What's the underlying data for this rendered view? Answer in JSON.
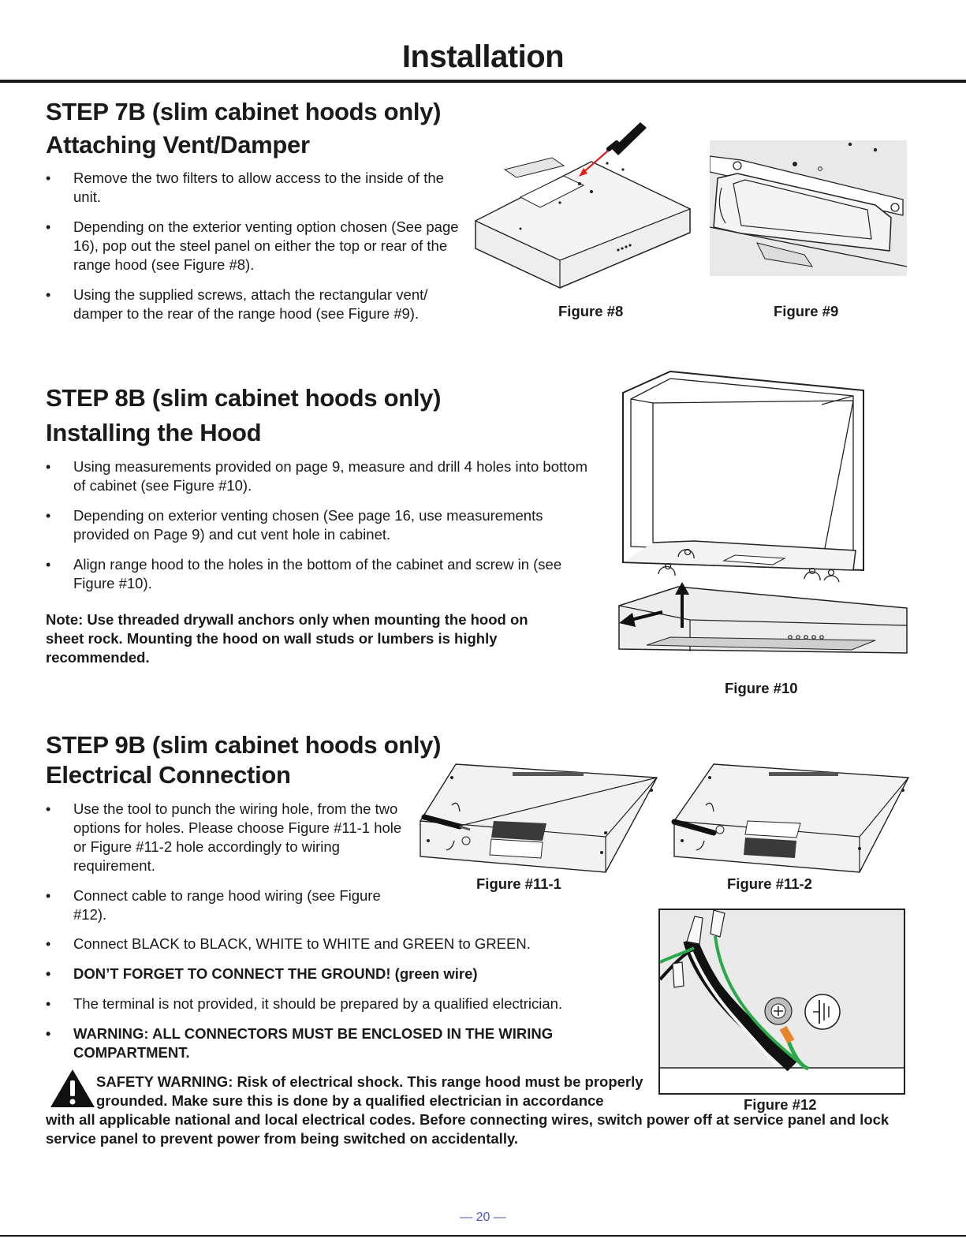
{
  "page": {
    "title": "Installation",
    "page_number": "— 20 —"
  },
  "step7": {
    "heading": "STEP 7B (slim cabinet hoods only)",
    "subheading": "Attaching Vent/Damper",
    "bullets": [
      "Remove the two filters to allow access to the inside of the unit.",
      "Depending on the exterior venting option chosen (See page 16), pop out the steel panel on either the top or rear of the range hood (see Figure #8).",
      "Using the supplied screws, attach the rectangular vent/ damper to the rear of the range hood (see Figure #9)."
    ],
    "fig8_caption": "Figure #8",
    "fig9_caption": "Figure #9"
  },
  "step8": {
    "heading": "STEP 8B (slim cabinet hoods only)",
    "subheading": "Installing the Hood",
    "bullets": [
      "Using measurements provided on page 9, measure and drill 4 holes into bottom of cabinet (see Figure #10).",
      "Depending on exterior venting chosen (See page 16, use measurements provided on Page 9) and cut vent hole in cabinet.",
      "Align range hood to the holes in the bottom of the cabinet and screw in (see Figure #10)."
    ],
    "note": "Note: Use threaded drywall anchors only when mounting the hood on sheet rock. Mounting the hood on wall studs or lumbers is highly recommended.",
    "fig10_caption": "Figure #10"
  },
  "step9": {
    "heading": "STEP 9B (slim cabinet hoods only)",
    "subheading": "Electrical Connection",
    "bullets": [
      "Use the tool to punch the wiring hole, from the two options for holes. Please choose Figure #11-1 hole or Figure #11-2 hole accordingly to wiring requirement.",
      "Connect cable to range hood wiring (see Figure #12).",
      "Connect BLACK to BLACK, WHITE to WHITE and GREEN to GREEN.",
      "DON’T FORGET TO CONNECT THE GROUND! (green wire)",
      "The terminal is not provided, it should be prepared by a qualified electrician.",
      "WARNING: ALL CONNECTORS MUST BE ENCLOSED IN THE WIRING COMPARTMENT."
    ],
    "fig11_1_caption": "Figure #11-1",
    "fig11_2_caption": "Figure #11-2",
    "fig12_caption": "Figure #12"
  },
  "safety": {
    "line1": "SAFETY WARNING: Risk of electrical shock. This range hood must be properly grounded. Make sure this is done by a qualified electrician in accordance",
    "line2": "with all applicable national and local electrical codes. Before connecting wires, switch power off at service panel and lock service panel to prevent power from being switched on accidentally."
  },
  "icons": [
    "warning-triangle-icon",
    "ground-symbol-icon"
  ],
  "colors": {
    "text": "#1a1a1a",
    "page_number": "#4a56c8",
    "screwdriver_accent": "#e02020",
    "ground_wire": "#2aa84a"
  }
}
